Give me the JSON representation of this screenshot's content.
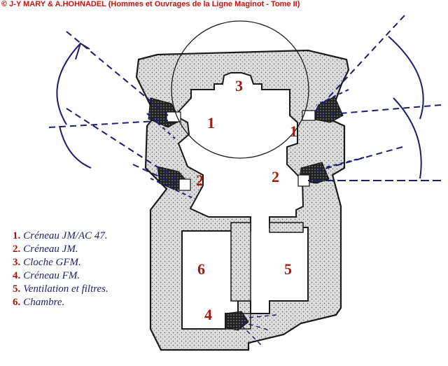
{
  "copyright": "© J-Y MARY & A.HOHNADEL (Hommes et Ouvrages de la Ligne Maginot - Tome II)",
  "labels": {
    "l1_left": "1",
    "l1_right": "1",
    "l2_left": "2",
    "l2_right": "2",
    "l3": "3",
    "l4": "4",
    "l5": "5",
    "l6": "6"
  },
  "legend": [
    {
      "num": "1.",
      "text": "Créneau JM/AC 47."
    },
    {
      "num": "2.",
      "text": "Créneau JM."
    },
    {
      "num": "3.",
      "text": "Cloche GFM."
    },
    {
      "num": "4.",
      "text": "Créneau FM."
    },
    {
      "num": "5.",
      "text": "Ventilation et filtres."
    },
    {
      "num": "6.",
      "text": "Chambre."
    }
  ],
  "colors": {
    "concrete": "#d9d9d9",
    "outline": "#1a1a1a",
    "fire_lines": "#1e1e6e",
    "label": "#a01a10",
    "copyright": "#cc1111"
  }
}
